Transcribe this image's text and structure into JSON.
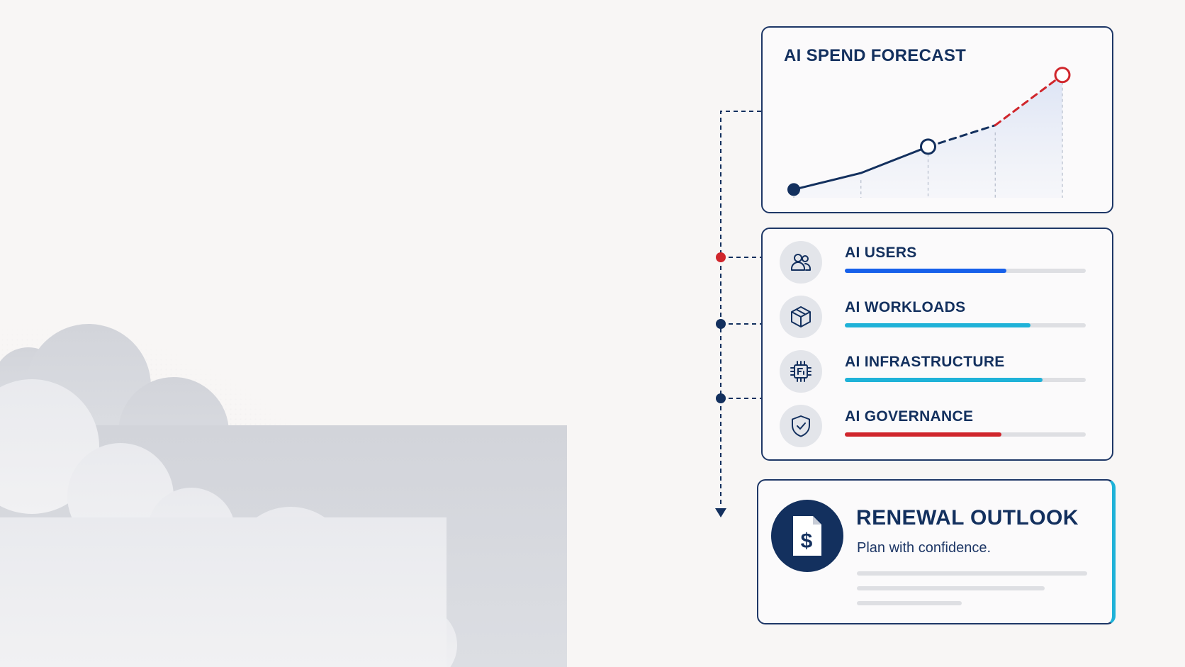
{
  "forecast": {
    "title": "AI SPEND FORECAST",
    "chart_data": {
      "type": "line",
      "title": "AI SPEND FORECAST",
      "xlabel": "",
      "ylabel": "",
      "grid": "vertical-dashed",
      "series": [
        {
          "style": "solid",
          "color": "#13305e",
          "x": [
            0,
            1,
            2
          ],
          "y": [
            10,
            30,
            62
          ]
        },
        {
          "style": "dashed",
          "color": "#13305e",
          "x": [
            2,
            3
          ],
          "y": [
            62,
            88
          ]
        },
        {
          "style": "dashed",
          "color": "#d0262c",
          "x": [
            3,
            4
          ],
          "y": [
            88,
            149
          ]
        }
      ],
      "markers": [
        {
          "x": 0,
          "y": 10,
          "style": "filled",
          "color": "#13305e"
        },
        {
          "x": 2,
          "y": 62,
          "style": "hollow",
          "color": "#13305e"
        },
        {
          "x": 4,
          "y": 149,
          "style": "hollow",
          "color": "#d0262c"
        }
      ],
      "xlim": [
        0,
        4
      ],
      "ylim": [
        0,
        160
      ]
    }
  },
  "metrics": [
    {
      "label": "AI USERS",
      "icon": "users-icon",
      "value": 0.67,
      "color": "#1760ea"
    },
    {
      "label": "AI WORKLOADS",
      "icon": "cube-icon",
      "value": 0.77,
      "color": "#1fb2d8"
    },
    {
      "label": "AI INFRASTRUCTURE",
      "icon": "chip-icon",
      "value": 0.82,
      "color": "#1fb2d8"
    },
    {
      "label": "AI GOVERNANCE",
      "icon": "shield-check-icon",
      "value": 0.65,
      "color": "#d0262c"
    }
  ],
  "connector": {
    "node_colors": [
      "#d0262c",
      "#13305e",
      "#13305e"
    ]
  },
  "renewal": {
    "title": "RENEWAL OUTLOOK",
    "subtitle": "Plan with confidence.",
    "icon": "dollar-document-icon"
  },
  "colors": {
    "navy": "#13305e",
    "blue": "#1760ea",
    "cyan": "#1fb2d8",
    "red": "#d0262c",
    "background": "#f8f6f5"
  }
}
